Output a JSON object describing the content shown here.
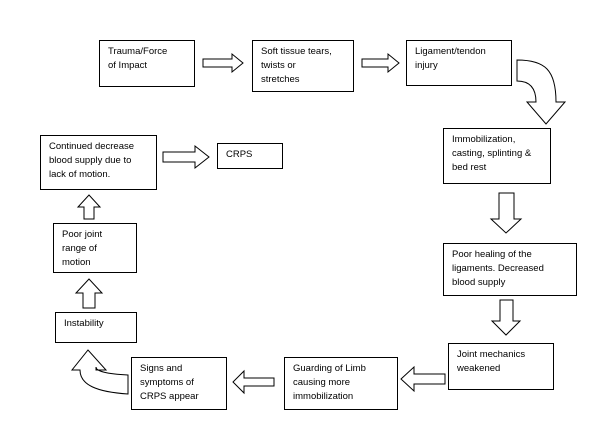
{
  "nodes": {
    "trauma": "Trauma/Force\nof Impact",
    "soft_tissue": "Soft tissue tears,\ntwists or\nstretches",
    "ligament": "Ligament/tendon\ninjury",
    "immobilization": "Immobilization,\ncasting, splinting &\nbed rest",
    "poor_healing": "Poor healing of the\nligaments. Decreased\nblood supply",
    "joint_mechanics": "Joint mechanics\nweakened",
    "guarding": "Guarding of Limb\ncausing more\nimmobilization",
    "signs": "Signs and\nsymptoms of\nCRPS appear",
    "instability": "Instability",
    "poor_rom": "Poor joint\nrange of\nmotion",
    "continued": "Continued decrease\nblood supply due to\nlack of motion.",
    "crps": "CRPS"
  }
}
